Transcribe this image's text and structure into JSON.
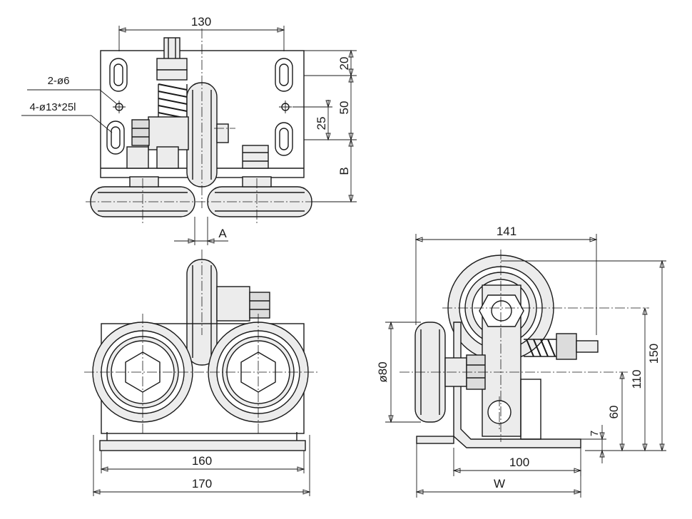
{
  "dimensions": {
    "top_width": "130",
    "top_offset_20": "20",
    "top_offset_50": "50",
    "top_offset_25": "25",
    "dim_b": "B",
    "dim_a": "A",
    "hole_small": "2-ø6",
    "hole_slot": "4-ø13*25l",
    "front_160": "160",
    "front_170": "170",
    "side_141": "141",
    "side_150": "150",
    "side_110": "110",
    "side_60": "60",
    "side_7": "7",
    "side_dia80": "ø80",
    "side_100": "100",
    "side_w": "W"
  }
}
